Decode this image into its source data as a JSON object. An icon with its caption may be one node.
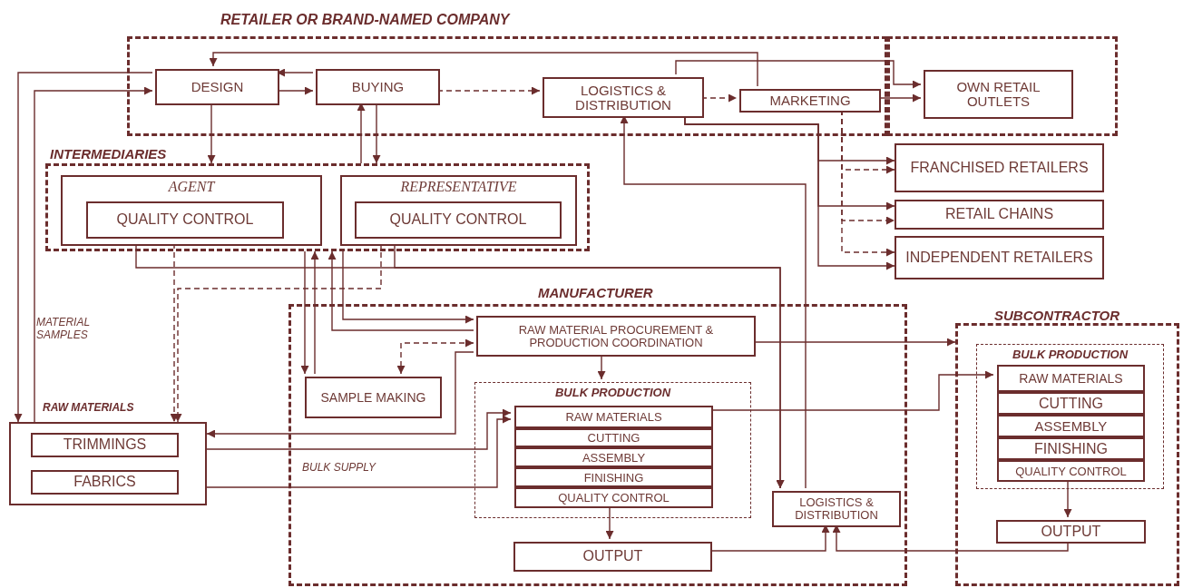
{
  "diagram": {
    "nodes": [
      {
        "text": [
          "RETAILER OR BRAND-NAMED COMPANY"
        ]
      },
      {
        "text": [
          "DESIGN"
        ],
        "in": 0
      },
      {
        "text": [
          "BUYING"
        ],
        "in": 0
      },
      {
        "text": [
          "LOGISTICS & DISTRIBUTION"
        ],
        "in": 0
      },
      {
        "text": [
          "MARKETING"
        ],
        "in": 0
      },
      {
        "text": [],
        "shape": "box"
      },
      {
        "text": [
          "OWN RETAIL OUTLETS"
        ],
        "in": 5
      },
      {
        "text": [
          "FRANCHISED RETAILERS"
        ]
      },
      {
        "text": [
          "RETAIL CHAINS"
        ]
      },
      {
        "text": [
          "INDEPENDENT RETAILERS"
        ]
      },
      {
        "text": [
          "INTERMEDIARIES"
        ]
      },
      {
        "text": [
          "AGENT"
        ],
        "in": 10
      },
      {
        "text": [
          "QUALITY CONTROL"
        ],
        "in": 11
      },
      {
        "text": [
          "REPRESENTATIVE"
        ],
        "in": 10
      },
      {
        "text": [
          "QUALITY CONTROL"
        ],
        "in": 13
      },
      {
        "text": [
          "MANUFACTURER"
        ]
      },
      {
        "text": [
          "RAW MATERIAL PROCUREMENT & PRODUCTION COORDINATION"
        ],
        "in": 15
      },
      {
        "text": [
          "SAMPLE MAKING"
        ],
        "in": 15
      },
      {
        "text": [
          "BULK PRODUCTION"
        ],
        "in": 15
      },
      {
        "text": [
          "RAW MATERIALS"
        ],
        "in": 18
      },
      {
        "text": [
          "CUTTING"
        ],
        "in": 18
      },
      {
        "text": [
          "ASSEMBLY"
        ],
        "in": 18
      },
      {
        "text": [
          "FINISHING"
        ],
        "in": 18
      },
      {
        "text": [
          "QUALITY CONTROL"
        ],
        "in": 18
      },
      {
        "text": [
          "OUTPUT"
        ],
        "in": 15
      },
      {
        "text": [
          "LOGISTICS & DISTRIBUTION"
        ],
        "in": 15
      },
      {
        "text": [
          "SUBCONTRACTOR"
        ]
      },
      {
        "text": [
          "BULK PRODUCTION"
        ],
        "in": 26
      },
      {
        "text": [
          "RAW MATERIALS"
        ],
        "in": 27
      },
      {
        "text": [
          "CUTTING"
        ],
        "in": 27
      },
      {
        "text": [
          "ASSEMBLY"
        ],
        "in": 27
      },
      {
        "text": [
          "FINISHING"
        ],
        "in": 27
      },
      {
        "text": [
          "QUALITY CONTROL"
        ],
        "in": 27
      },
      {
        "text": [
          "OUTPUT"
        ],
        "in": 26
      },
      {
        "text": [
          "RAW MATERIALS"
        ]
      },
      {
        "text": [
          "TRIMMINGS"
        ],
        "in": 34
      },
      {
        "text": [
          "FABRICS"
        ],
        "in": 34
      }
    ],
    "edges": [
      {
        "from": 1,
        "to": 34,
        "arrow": "to"
      },
      {
        "from": 34,
        "to": 1,
        "arrow": "to"
      },
      {
        "from": 2,
        "to": 1,
        "arrow": "to"
      },
      {
        "from": 1,
        "to": 2,
        "arrow": "to"
      },
      {
        "from": 2,
        "to": 3,
        "arrow": "to",
        "style": "dashed"
      },
      {
        "from": 3,
        "to": 4,
        "arrow": "to",
        "style": "dashed"
      },
      {
        "from": 4,
        "to": 1,
        "arrow": "to"
      },
      {
        "from": 3,
        "to": 6,
        "arrow": "to"
      },
      {
        "from": 4,
        "to": 6,
        "arrow": "to"
      },
      {
        "from": 3,
        "to": 7,
        "arrow": "to"
      },
      {
        "from": 3,
        "to": 8,
        "arrow": "to"
      },
      {
        "from": 3,
        "to": 9,
        "arrow": "to"
      },
      {
        "from": 4,
        "to": 7,
        "arrow": "to",
        "style": "dashed"
      },
      {
        "from": 4,
        "to": 8,
        "arrow": "to",
        "style": "dashed"
      },
      {
        "from": 4,
        "to": 9,
        "arrow": "to",
        "style": "dashed"
      },
      {
        "from": 1,
        "to": 10,
        "arrow": "to"
      },
      {
        "from": 10,
        "to": 2,
        "arrow": "to"
      },
      {
        "from": 2,
        "to": 10,
        "arrow": "to"
      },
      {
        "from": 12,
        "to": 25,
        "arrow": "to"
      },
      {
        "from": 14,
        "to": 25,
        "arrow": "to"
      },
      {
        "from": 25,
        "to": 3,
        "arrow": "to"
      },
      {
        "from": 24,
        "to": 25,
        "arrow": "to"
      },
      {
        "from": 33,
        "to": 25,
        "arrow": "to"
      },
      {
        "from": 12,
        "to": 34,
        "arrow": "to",
        "style": "dashed"
      },
      {
        "from": 14,
        "to": 34,
        "arrow": "to",
        "style": "dashed"
      },
      {
        "from": 10,
        "to": 17,
        "arrow": "to"
      },
      {
        "from": 17,
        "to": 10,
        "arrow": "to"
      },
      {
        "from": 10,
        "to": 16,
        "arrow": "to"
      },
      {
        "from": 16,
        "to": 10,
        "arrow": "to"
      },
      {
        "from": 16,
        "to": 17,
        "arrow": "both",
        "style": "dashed"
      },
      {
        "from": 16,
        "to": 34,
        "arrow": "to"
      },
      {
        "from": 16,
        "to": 18,
        "arrow": "to"
      },
      {
        "from": 16,
        "to": 26,
        "arrow": "to"
      },
      {
        "from": 35,
        "to": 19,
        "arrow": "to"
      },
      {
        "from": 36,
        "to": 19,
        "arrow": "to"
      },
      {
        "from": 19,
        "to": 28,
        "arrow": "to"
      },
      {
        "from": 23,
        "to": 24,
        "arrow": "to"
      },
      {
        "from": 32,
        "to": 33,
        "arrow": "to"
      }
    ],
    "labels": [
      "MATERIAL SAMPLES",
      "BULK SUPPLY"
    ]
  }
}
